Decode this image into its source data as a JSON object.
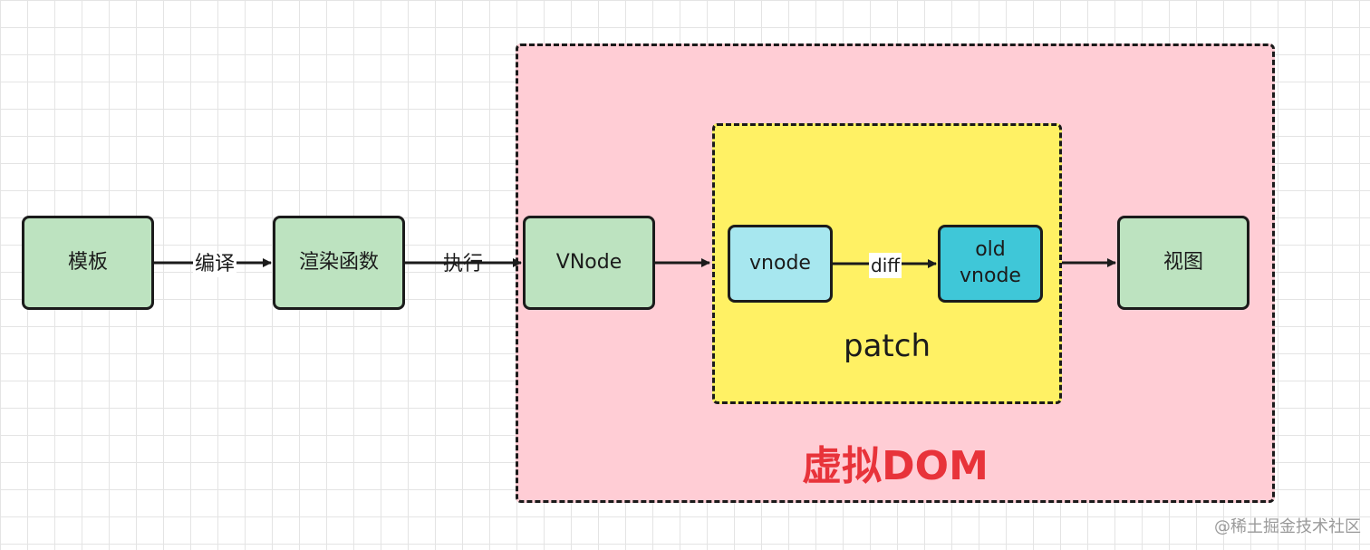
{
  "nodes": {
    "template": "模板",
    "render_function": "渲染函数",
    "vnode_main": "VNode",
    "vnode": "vnode",
    "old_vnode": "old\nvnode",
    "view": "视图"
  },
  "edge_labels": {
    "compile": "编译",
    "execute": "执行",
    "diff": "diff"
  },
  "regions": {
    "patch": "patch",
    "virtual_dom": "虚拟DOM"
  },
  "watermark": "@稀土掘金技术社区",
  "colors": {
    "node_green": "#bde3c0",
    "node_cyan": "#a7e7ef",
    "node_teal": "#3fc7d8",
    "virtual_dom_bg": "#ffcdd5",
    "patch_bg": "#fff164",
    "virtual_dom_title": "#e8333a"
  }
}
